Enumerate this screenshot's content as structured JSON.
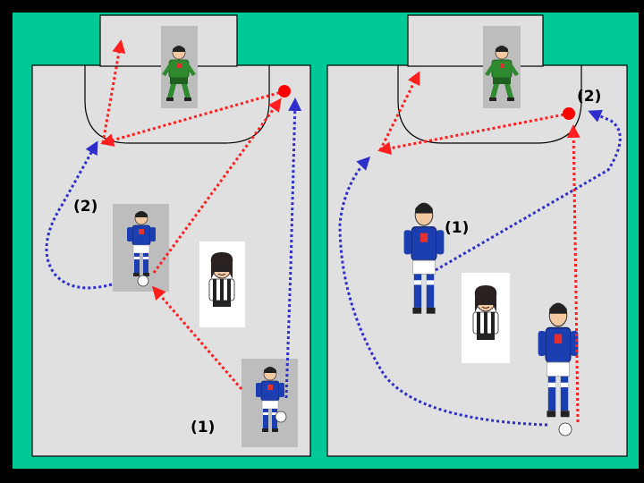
{
  "colors": {
    "frame": "#00c896",
    "pitch": "#e0e0e0",
    "line": "#000000",
    "pass": "#ff1f1f",
    "run": "#2e2ecc",
    "ball": "#ff0000"
  },
  "left_panel": {
    "label_one": "(1)",
    "label_two": "(2)"
  },
  "right_panel": {
    "label_one": "(1)",
    "label_two": "(2)"
  }
}
